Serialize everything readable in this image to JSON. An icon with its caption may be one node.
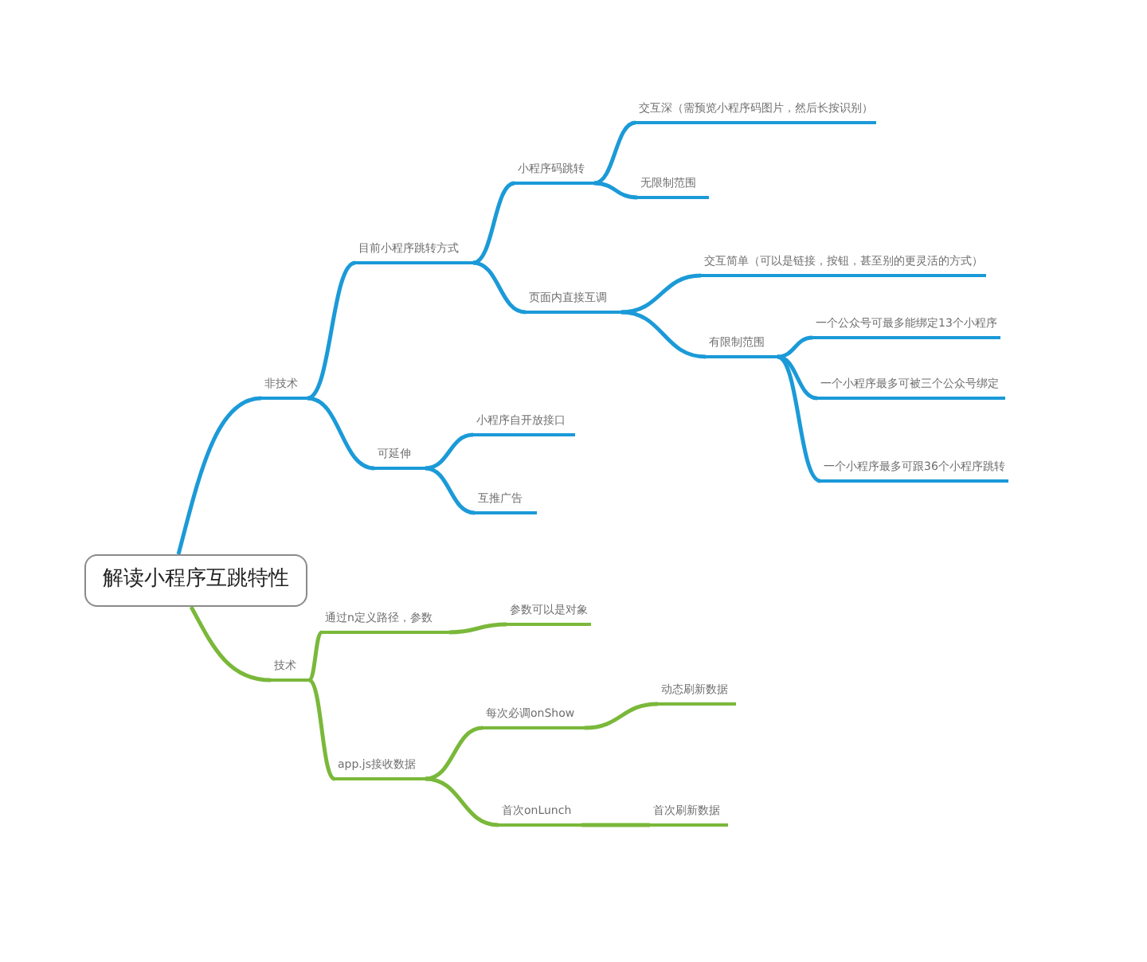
{
  "diagram": {
    "nodes": [
      {
        "text": [
          "解读小程序互跳特性"
        ]
      },
      {
        "text": [
          "非技术"
        ]
      },
      {
        "text": [
          "目前小程序跳转方式"
        ]
      },
      {
        "text": [
          "小程序码跳转"
        ]
      },
      {
        "text": [
          "交互深（需预览小程序码图片，然后长按识别）"
        ]
      },
      {
        "text": [
          "无限制范围"
        ]
      },
      {
        "text": [
          "页面内直接互调"
        ]
      },
      {
        "text": [
          "交互简单（可以是链接，按钮，甚至别的更灵活的方式）"
        ]
      },
      {
        "text": [
          "有限制范围"
        ]
      },
      {
        "text": [
          "一个公众号可最多能绑定13个小程序"
        ]
      },
      {
        "text": [
          "一个小程序最多可被三个公众号绑定"
        ]
      },
      {
        "text": [
          "一个小程序最多可跟36个小程序跳转"
        ]
      },
      {
        "text": [
          "可延伸"
        ]
      },
      {
        "text": [
          "小程序自开放接口"
        ]
      },
      {
        "text": [
          "互推广告"
        ]
      },
      {
        "text": [
          "技术"
        ]
      },
      {
        "text": [
          "通过n定义路径，参数"
        ]
      },
      {
        "text": [
          "参数可以是对象"
        ]
      },
      {
        "text": [
          "app.js接收数据"
        ]
      },
      {
        "text": [
          "每次必调onShow"
        ]
      },
      {
        "text": [
          "动态刷新数据"
        ]
      },
      {
        "text": [
          "首次onLunch"
        ]
      },
      {
        "text": [
          "首次刷新数据"
        ]
      }
    ],
    "edges": [
      {
        "from": 0,
        "to": 1,
        "arrow": "none"
      },
      {
        "from": 0,
        "to": 15,
        "arrow": "none",
        "color": "#7ab83a"
      },
      {
        "from": 1,
        "to": 2,
        "arrow": "none"
      },
      {
        "from": 1,
        "to": 12,
        "arrow": "none"
      },
      {
        "from": 2,
        "to": 3,
        "arrow": "none"
      },
      {
        "from": 2,
        "to": 6,
        "arrow": "none"
      },
      {
        "from": 3,
        "to": 4,
        "arrow": "none"
      },
      {
        "from": 3,
        "to": 5,
        "arrow": "none"
      },
      {
        "from": 6,
        "to": 7,
        "arrow": "none"
      },
      {
        "from": 6,
        "to": 8,
        "arrow": "none"
      },
      {
        "from": 8,
        "to": 9,
        "arrow": "none"
      },
      {
        "from": 8,
        "to": 10,
        "arrow": "none"
      },
      {
        "from": 8,
        "to": 11,
        "arrow": "none"
      },
      {
        "from": 12,
        "to": 13,
        "arrow": "none"
      },
      {
        "from": 12,
        "to": 14,
        "arrow": "none"
      },
      {
        "from": 15,
        "to": 16,
        "arrow": "none",
        "color": "#7ab83a"
      },
      {
        "from": 15,
        "to": 18,
        "arrow": "none",
        "color": "#7ab83a"
      },
      {
        "from": 16,
        "to": 17,
        "arrow": "none",
        "color": "#7ab83a"
      },
      {
        "from": 18,
        "to": 19,
        "arrow": "none",
        "color": "#7ab83a"
      },
      {
        "from": 18,
        "to": 21,
        "arrow": "none",
        "color": "#7ab83a"
      },
      {
        "from": 19,
        "to": 20,
        "arrow": "none",
        "color": "#7ab83a"
      },
      {
        "from": 21,
        "to": 22,
        "arrow": "none",
        "color": "#7ab83a"
      }
    ]
  }
}
